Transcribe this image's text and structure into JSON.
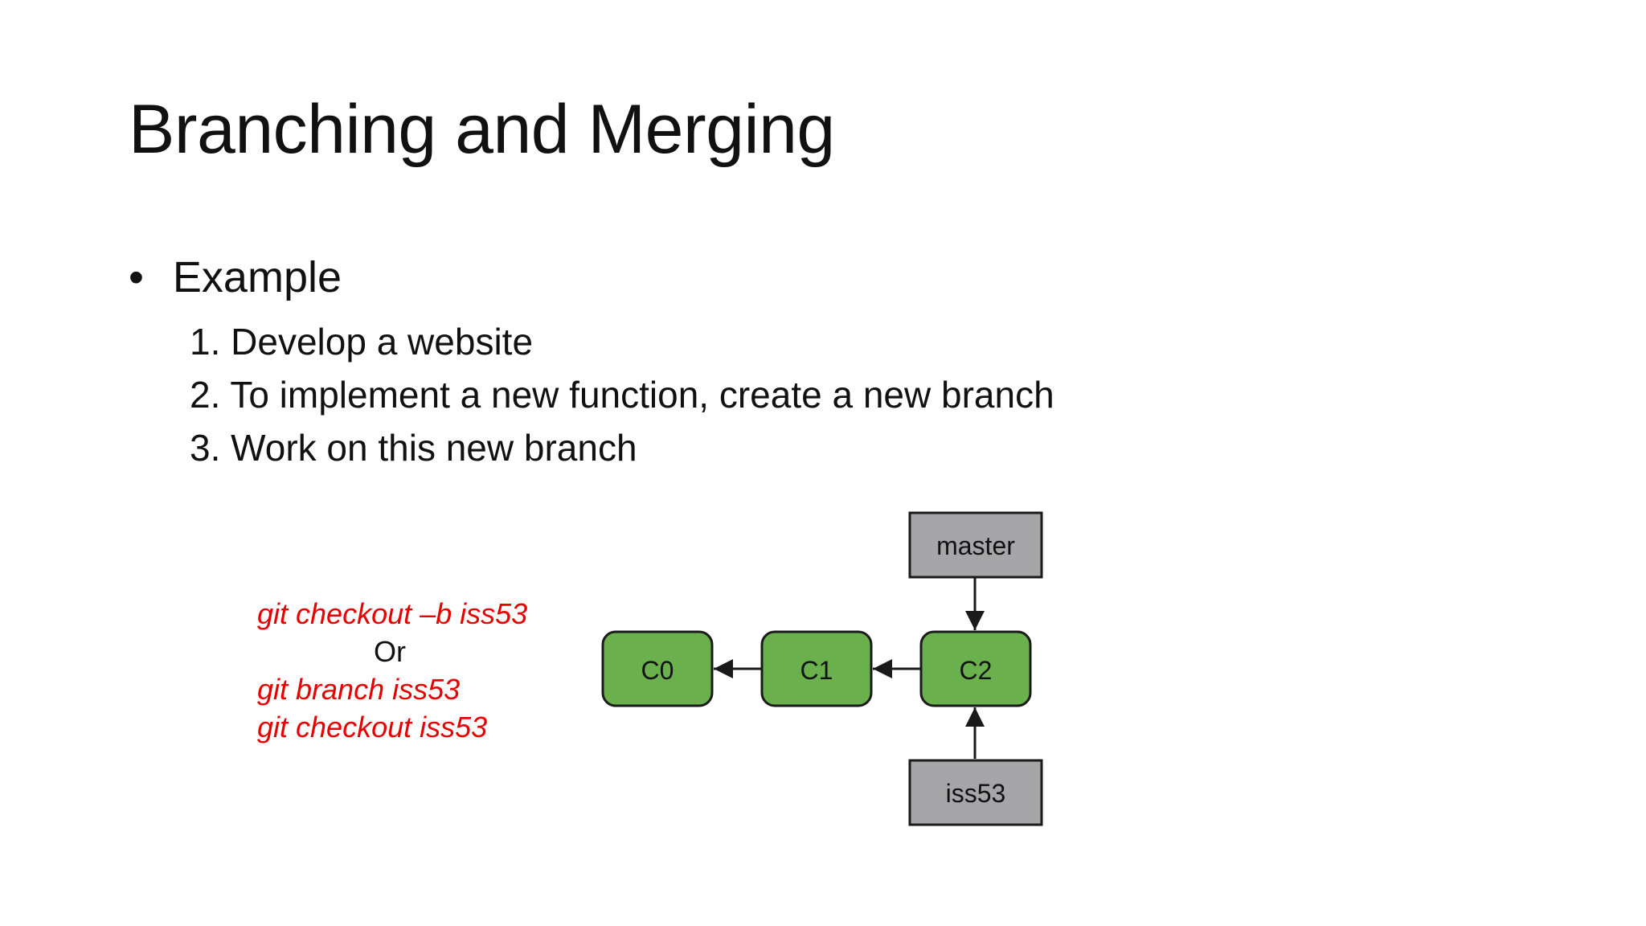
{
  "slide": {
    "title": "Branching and Merging",
    "bullet": "Example",
    "steps": [
      "1. Develop a website",
      "2. To implement a new function, create a new branch",
      "3. Work on this new branch"
    ]
  },
  "commands": {
    "line1": "git checkout –b iss53",
    "or": "Or",
    "line2": "git branch iss53",
    "line3": "git checkout iss53"
  },
  "diagram": {
    "commits": [
      "C0",
      "C1",
      "C2"
    ],
    "refs": {
      "top": "master",
      "bottom": "iss53"
    },
    "colors": {
      "commit_fill": "#6ab04c",
      "ref_fill": "#a6a6a8",
      "stroke": "#1a1a1a",
      "command_text": "#e60000"
    }
  }
}
